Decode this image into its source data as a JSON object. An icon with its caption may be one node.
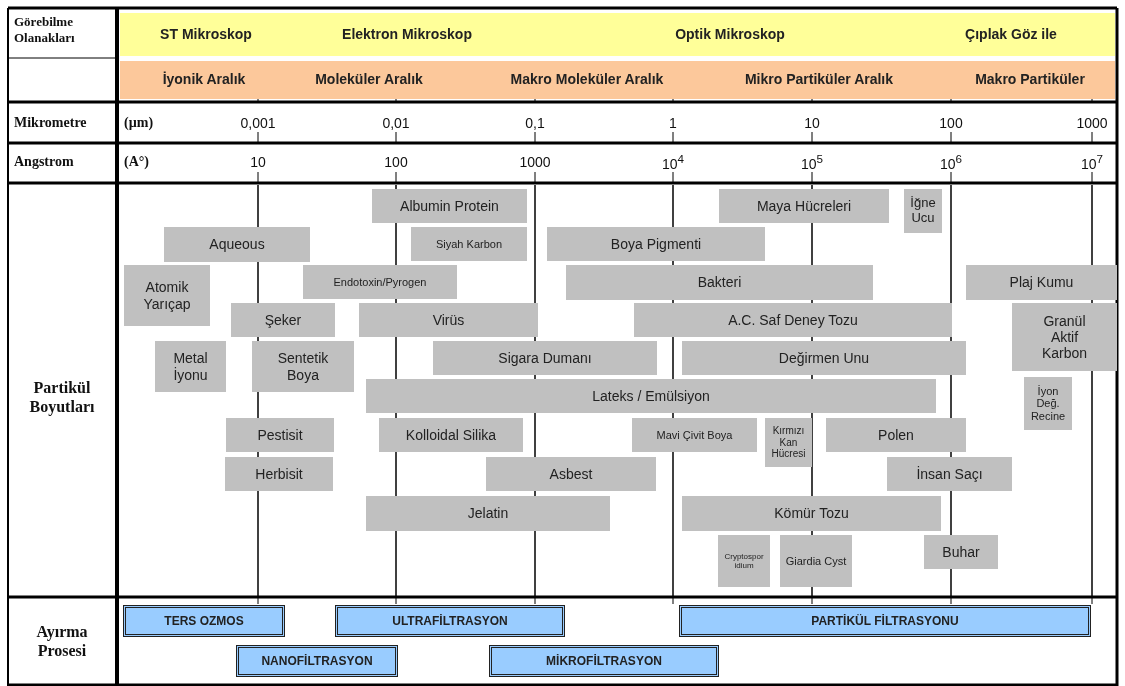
{
  "diagram": {
    "nodes": [
      {
        "text": [
          "ST Mikroskop",
          "Elektron Mikroskop",
          "Optik Mikroskop",
          "Çıplak Göz ile"
        ]
      },
      {
        "text": [
          "İyonik Aralık",
          "Moleküler Aralık",
          "Makro Moleküler Aralık",
          "Mikro Partiküler Aralık",
          "Makro Partiküler"
        ]
      },
      {
        "text": [
          "Albumin Protein"
        ]
      },
      {
        "text": [
          "Maya Hücreleri"
        ]
      },
      {
        "text": [
          "İğne Ucu"
        ]
      },
      {
        "text": [
          "Aqueous"
        ]
      },
      {
        "text": [
          "Siyah Karbon"
        ]
      },
      {
        "text": [
          "Boya Pigmenti"
        ]
      },
      {
        "text": [
          "Atomik Yarıçap"
        ]
      },
      {
        "text": [
          "Endotoxin/Pyrogen"
        ]
      },
      {
        "text": [
          "Bakteri"
        ]
      },
      {
        "text": [
          "Plaj Kumu"
        ]
      },
      {
        "text": [
          "Şeker"
        ]
      },
      {
        "text": [
          "Virüs"
        ]
      },
      {
        "text": [
          "A.C. Saf  Deney Tozu"
        ]
      },
      {
        "text": [
          "Granül Aktif Karbon"
        ]
      },
      {
        "text": [
          "Metal İyonu"
        ]
      },
      {
        "text": [
          "Sentetik Boya"
        ]
      },
      {
        "text": [
          "Sigara Dumanı"
        ]
      },
      {
        "text": [
          "Değirmen Unu"
        ]
      },
      {
        "text": [
          "Lateks / Emülsiyon"
        ]
      },
      {
        "text": [
          "İyon Değ. Recine"
        ]
      },
      {
        "text": [
          "Pestisit"
        ]
      },
      {
        "text": [
          "Kolloidal Silika"
        ]
      },
      {
        "text": [
          "Mavi Çivit Boya"
        ]
      },
      {
        "text": [
          "Kırmızı Kan Hücresi"
        ]
      },
      {
        "text": [
          "Polen"
        ]
      },
      {
        "text": [
          "Herbisit"
        ]
      },
      {
        "text": [
          "Asbest"
        ]
      },
      {
        "text": [
          "İnsan Saçı"
        ]
      },
      {
        "text": [
          "Jelatin"
        ]
      },
      {
        "text": [
          "Kömür Tozu"
        ]
      },
      {
        "text": [
          "Cryptospor idium"
        ]
      },
      {
        "text": [
          "Giardia Cyst"
        ]
      },
      {
        "text": [
          "Buhar"
        ]
      },
      {
        "text": [
          "TERS  OZMOS"
        ]
      },
      {
        "text": [
          "ULTRAFİLTRASYON"
        ]
      },
      {
        "text": [
          "PARTİKÜL FİLTRASYONU"
        ]
      },
      {
        "text": [
          "NANOFİLTRASYON"
        ]
      },
      {
        "text": [
          "MİKROFİLTRASYON"
        ]
      }
    ],
    "labels": [
      "Görebilme Olanakları",
      "Mikrometre",
      "(µm)",
      "0,001",
      "0,01",
      "0,1",
      "1",
      "10",
      "100",
      "1000",
      "Angstrom",
      "(A°)",
      "10",
      "100",
      "1000",
      "10$^{4}$",
      "10$^{5}$",
      "10$^{6}$",
      "10$^{7}$",
      "Partikül Boyutları",
      "Ayırma Prosesi"
    ]
  }
}
